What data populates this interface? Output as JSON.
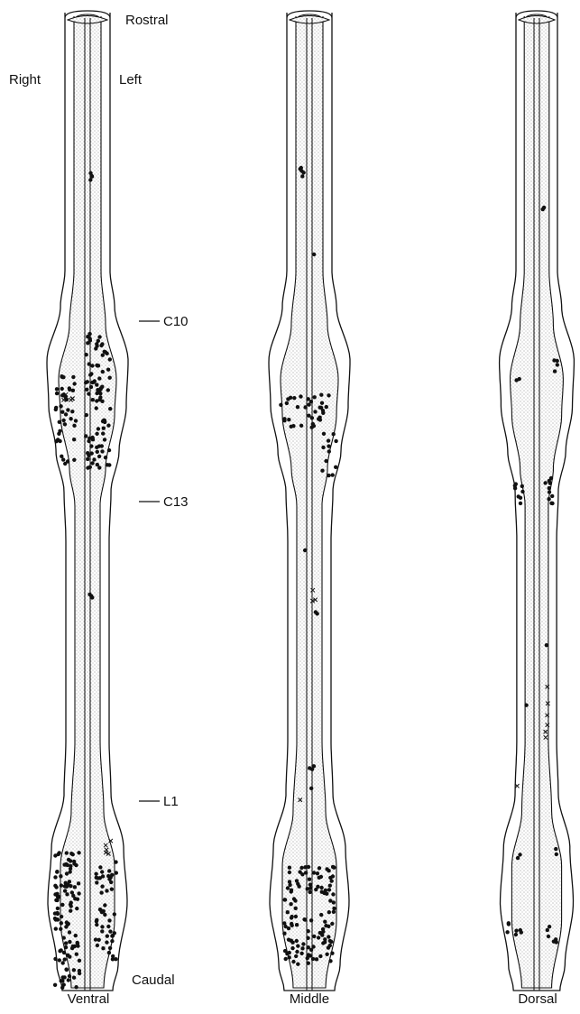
{
  "labels": {
    "rostral": "Rostral",
    "caudal": "Caudal",
    "right": "Right",
    "left": "Left"
  },
  "segments": [
    {
      "label": "C10"
    },
    {
      "label": "C13"
    },
    {
      "label": "L1"
    }
  ],
  "panels": [
    {
      "id": "ventral",
      "label": "Ventral"
    },
    {
      "id": "middle",
      "label": "Middle"
    },
    {
      "id": "dorsal",
      "label": "Dorsal"
    }
  ],
  "marker_legend": {
    "dot": "filled circle",
    "cross": "x"
  }
}
